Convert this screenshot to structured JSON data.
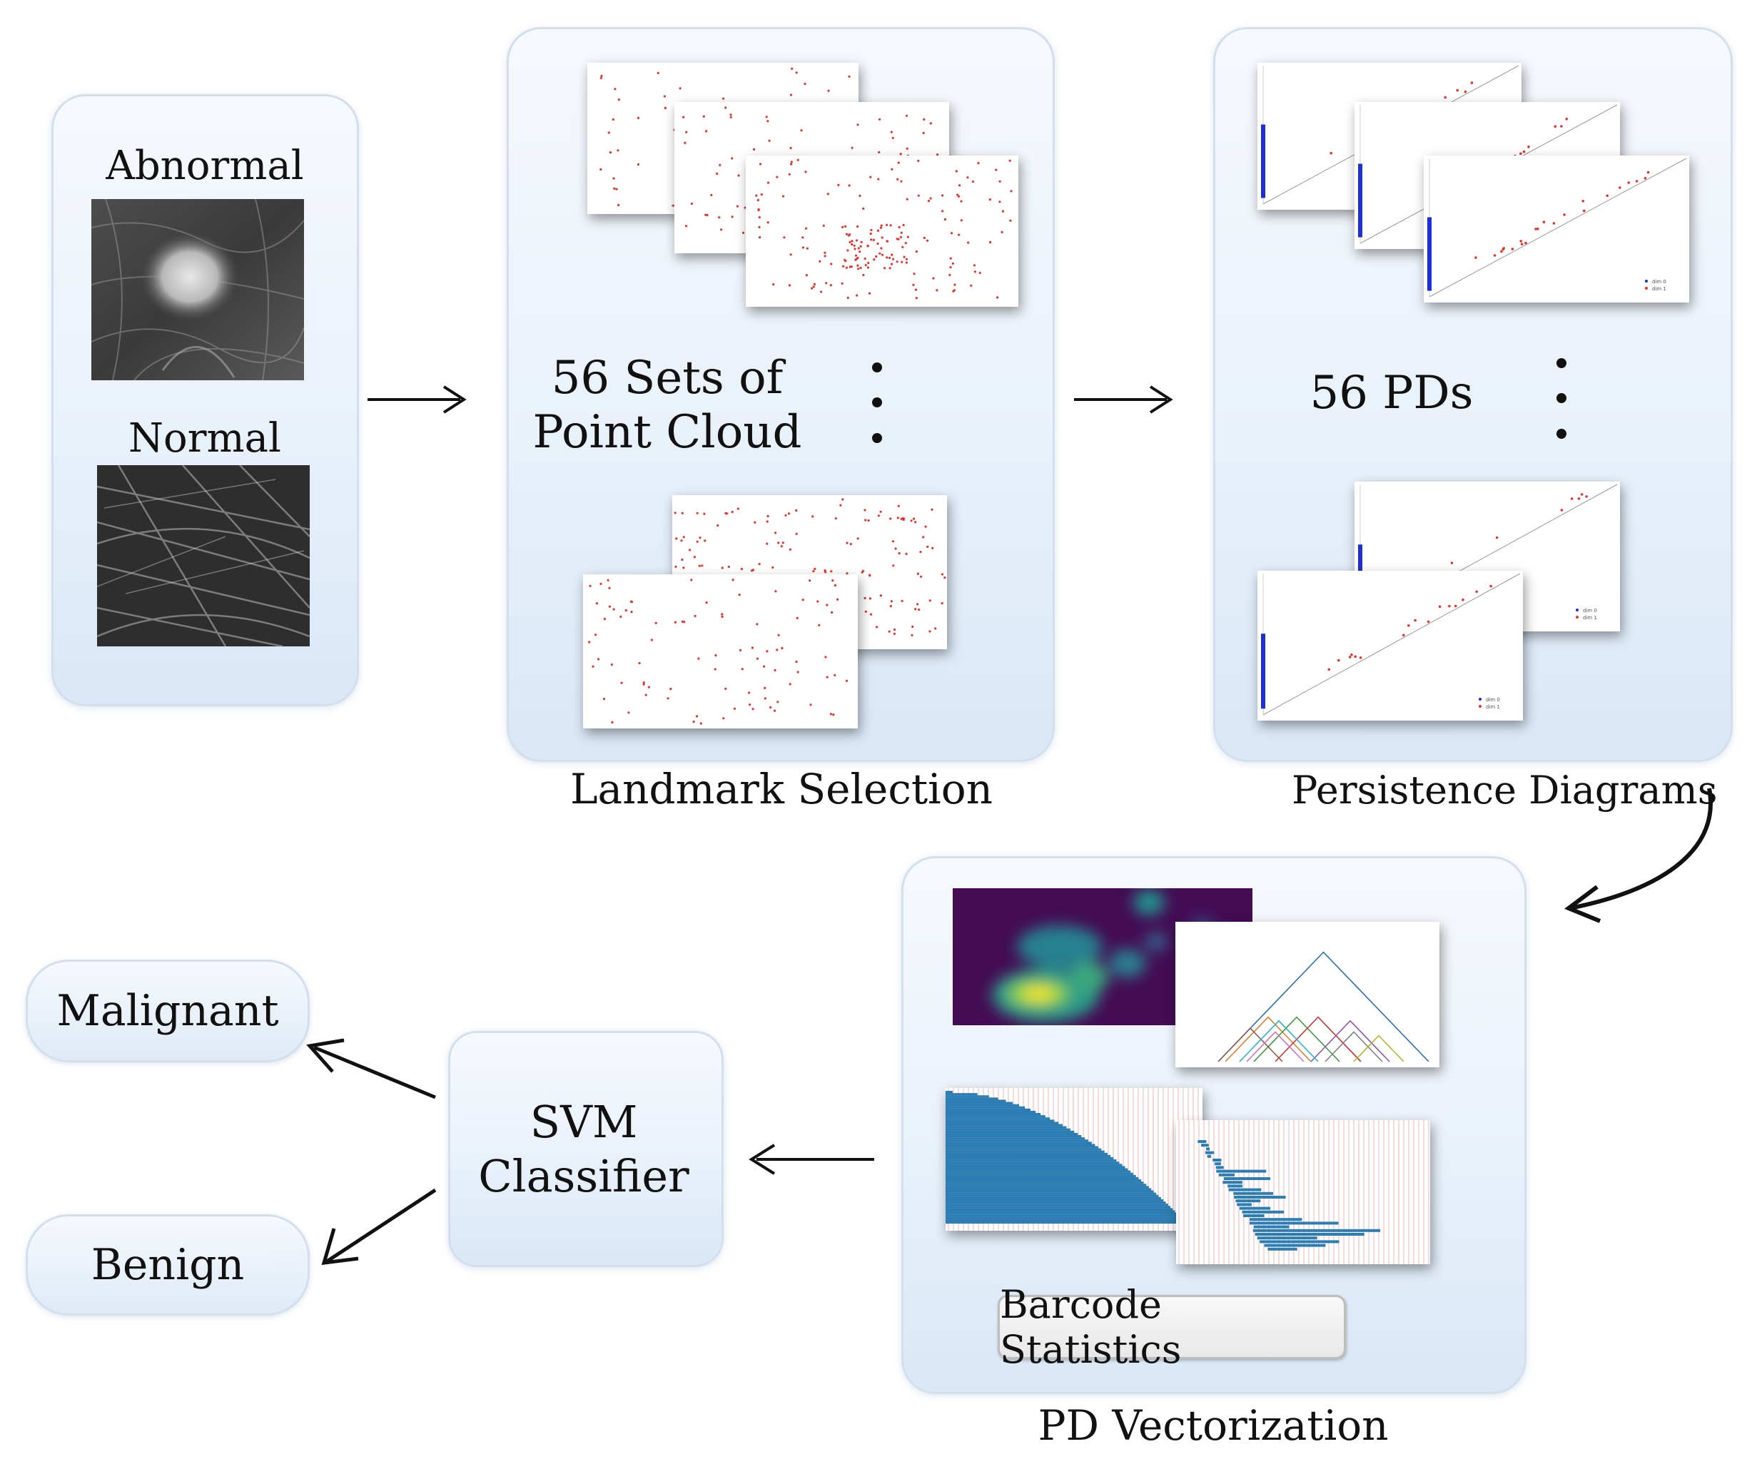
{
  "input_panel": {
    "abnormal_label": "Abnormal",
    "normal_label": "Normal"
  },
  "landmark_panel": {
    "count_text": "56 Sets of\nPoint Cloud",
    "caption": "Landmark Selection"
  },
  "pd_panel": {
    "count_text": "56 PDs",
    "caption": "Persistence Diagrams",
    "legend_entries": [
      "dim 0",
      "dim 1"
    ]
  },
  "vectorization_panel": {
    "barcode_label": "Barcode Statistics",
    "caption": "PD Vectorization"
  },
  "classifier": {
    "label": "SVM\nClassifier"
  },
  "outputs": {
    "malignant": "Malignant",
    "benign": "Benign"
  },
  "colors": {
    "point_red": "#e8332e",
    "pd_blue": "#1f2fd6",
    "panel_border": "#d3dfec",
    "barcode_blue": "#2c7db3"
  }
}
